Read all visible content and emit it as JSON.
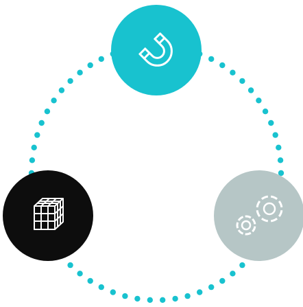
{
  "colors": {
    "background": "#ffffff",
    "dots": "#18c2cf",
    "magnet_circle": "#18c2cf",
    "cube_circle": "#0d0d0d",
    "gears_circle": "#b6c6c6",
    "icon_stroke": "#ffffff"
  },
  "nodes": [
    {
      "name": "magnet-node",
      "icon": "magnet-icon",
      "color_key": "magnet_circle"
    },
    {
      "name": "cube-node",
      "icon": "cube-icon",
      "color_key": "cube_circle"
    },
    {
      "name": "gears-node",
      "icon": "gears-icon",
      "color_key": "gears_circle"
    }
  ]
}
